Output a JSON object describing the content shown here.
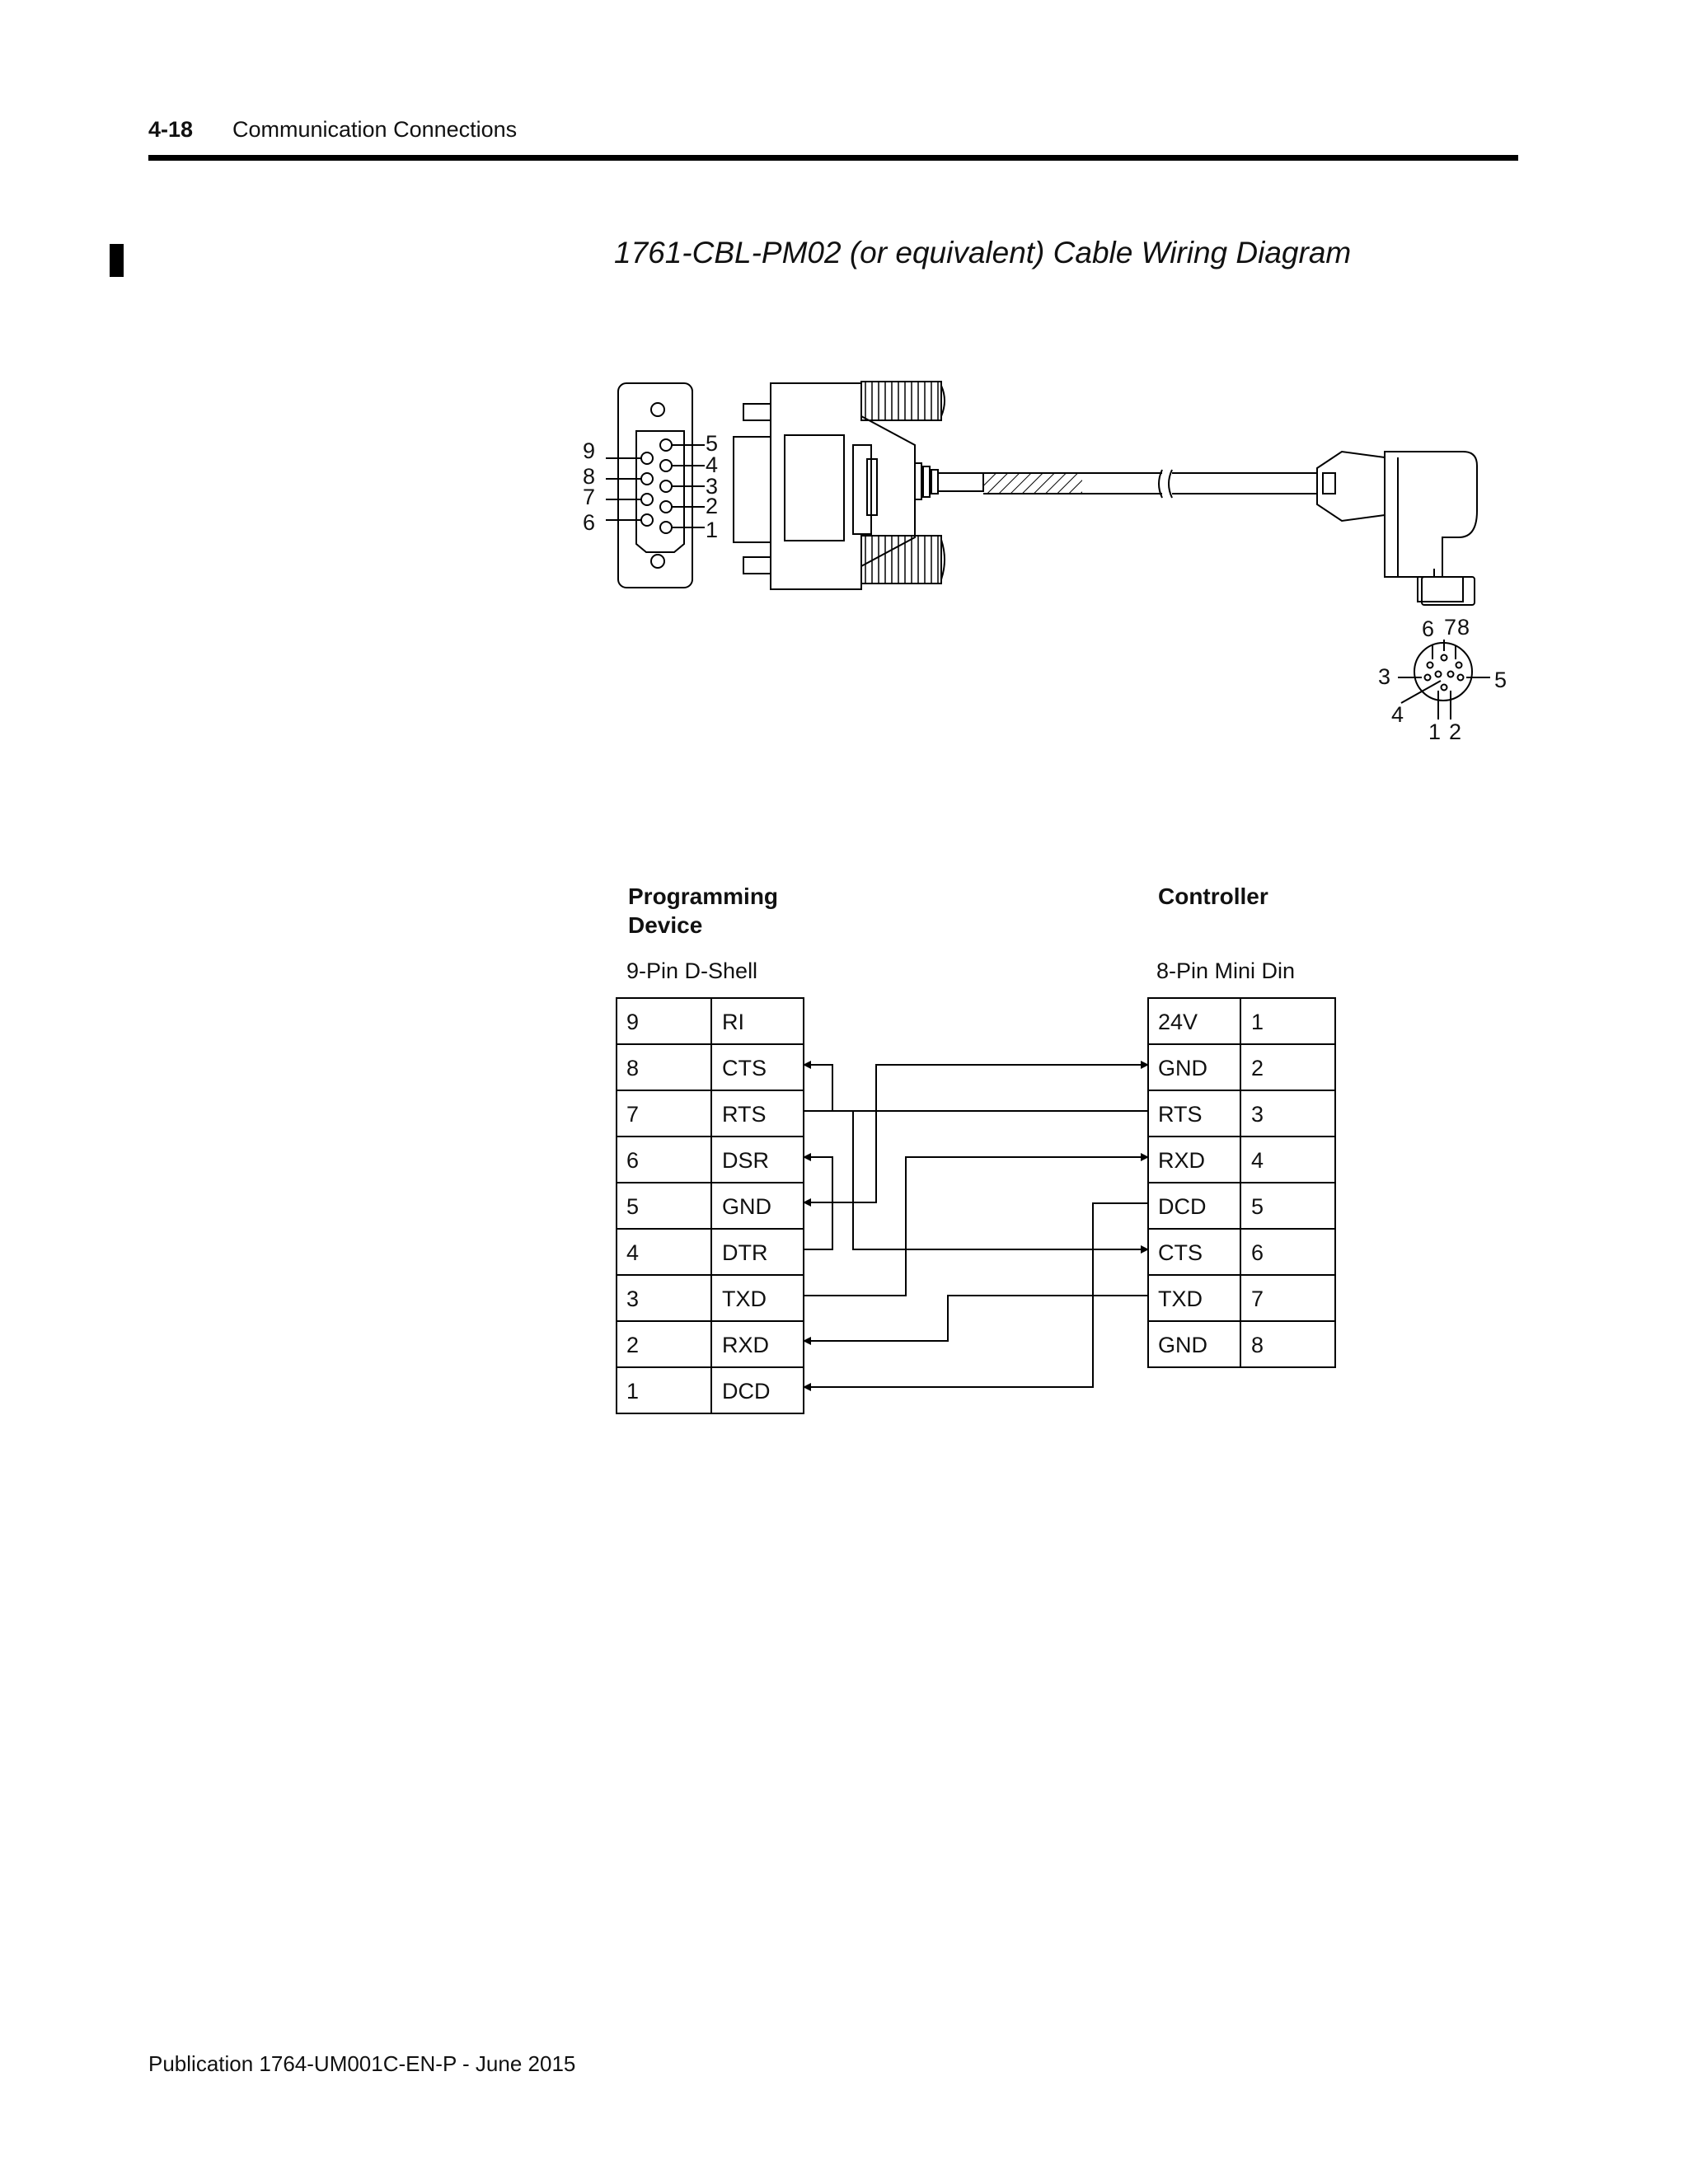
{
  "header": {
    "page_number": "4-18",
    "section": "Communication Connections"
  },
  "figure": {
    "title": "1761-CBL-PM02 (or equivalent) Cable Wiring Diagram",
    "dshell_pin_labels": [
      "9",
      "8",
      "7",
      "6",
      "5",
      "4",
      "3",
      "2",
      "1"
    ],
    "minidin_pin_labels": [
      "6",
      "7",
      "8",
      "3",
      "5",
      "4",
      "1",
      "2"
    ]
  },
  "left": {
    "heading_line1": "Programming",
    "heading_line2": "Device",
    "subheading": "9-Pin D-Shell",
    "rows": [
      {
        "pin": "9",
        "signal": "RI"
      },
      {
        "pin": "8",
        "signal": "CTS"
      },
      {
        "pin": "7",
        "signal": "RTS"
      },
      {
        "pin": "6",
        "signal": "DSR"
      },
      {
        "pin": "5",
        "signal": "GND"
      },
      {
        "pin": "4",
        "signal": "DTR"
      },
      {
        "pin": "3",
        "signal": "TXD"
      },
      {
        "pin": "2",
        "signal": "RXD"
      },
      {
        "pin": "1",
        "signal": "DCD"
      }
    ]
  },
  "right": {
    "heading": "Controller",
    "subheading": "8-Pin Mini Din",
    "rows": [
      {
        "signal": "24V",
        "pin": "1"
      },
      {
        "signal": "GND",
        "pin": "2"
      },
      {
        "signal": "RTS",
        "pin": "3"
      },
      {
        "signal": "RXD",
        "pin": "4"
      },
      {
        "signal": "DCD",
        "pin": "5"
      },
      {
        "signal": "CTS",
        "pin": "6"
      },
      {
        "signal": "TXD",
        "pin": "7"
      },
      {
        "signal": "GND",
        "pin": "8"
      }
    ]
  },
  "footer": {
    "publication": "Publication 1764-UM001C-EN-P - June 2015"
  }
}
